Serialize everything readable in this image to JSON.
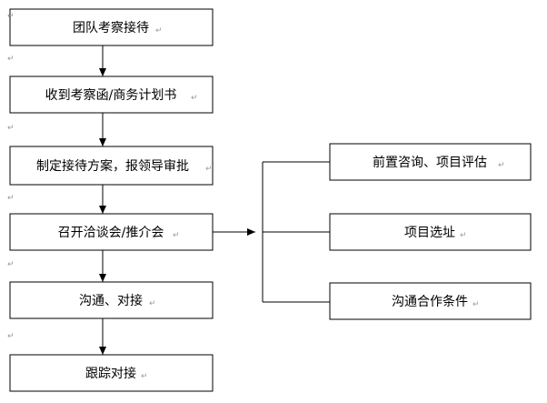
{
  "left_steps": [
    {
      "label": "团队考察接待"
    },
    {
      "label": "收到考察函/商务计划书"
    },
    {
      "label": "制定接待方案，报领导审批"
    },
    {
      "label": "召开洽谈会/推介会"
    },
    {
      "label": "沟通、对接"
    },
    {
      "label": "跟踪对接"
    }
  ],
  "right_steps": [
    {
      "label": "前置咨询、项目评估"
    },
    {
      "label": "项目选址"
    },
    {
      "label": "沟通合作条件"
    }
  ],
  "paragraph_mark": "↵"
}
